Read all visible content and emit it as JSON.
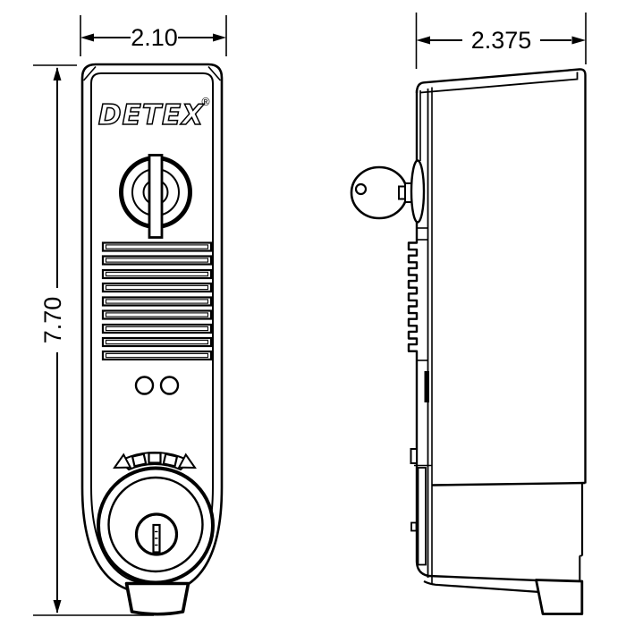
{
  "drawing": {
    "brand": {
      "logo_text": "DETEX",
      "registered_mark": "®"
    },
    "dimensions": {
      "front_width": "2.10",
      "front_height": "7.70",
      "side_depth": "2.375"
    },
    "colors": {
      "line": "#000000",
      "background": "#ffffff"
    }
  }
}
